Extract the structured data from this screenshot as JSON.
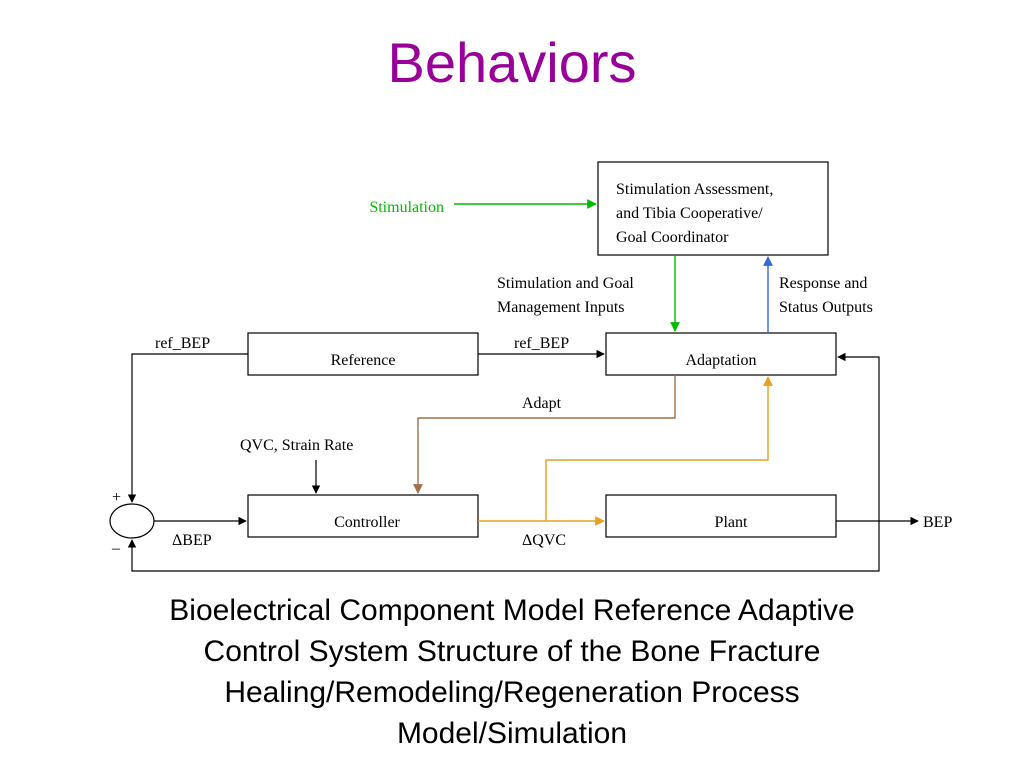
{
  "title": "Behaviors",
  "colors": {
    "title": "#990099",
    "stimulation": "#00bb00",
    "status_up": "#3366dd",
    "adapt": "#a0704a",
    "qvc": "#e8a020",
    "line": "#000000"
  },
  "diagram": {
    "stimulation_label": "Stimulation",
    "coordinator_lines": [
      "Stimulation Assessment,",
      "and Tibia Cooperative/",
      "Goal Coordinator"
    ],
    "goal_inputs_lines": [
      "Stimulation and Goal",
      "Management Inputs"
    ],
    "response_outputs_lines": [
      "Response and",
      "Status Outputs"
    ],
    "ref_bep_left": "ref_BEP",
    "ref_bep_right": "ref_BEP",
    "reference": "Reference",
    "adaptation": "Adaptation",
    "adapt": "Adapt",
    "qvc_strain_rate": "QVC, Strain Rate",
    "controller": "Controller",
    "plant": "Plant",
    "bep_output": "BEP",
    "delta_bep": "ΔBEP",
    "delta_qvc": "ΔQVC",
    "plus": "+",
    "minus": "–"
  },
  "caption_lines": [
    "Bioelectrical Component Model Reference Adaptive",
    "Control System Structure of the Bone Fracture",
    "Healing/Remodeling/Regeneration Process",
    "Model/Simulation"
  ]
}
